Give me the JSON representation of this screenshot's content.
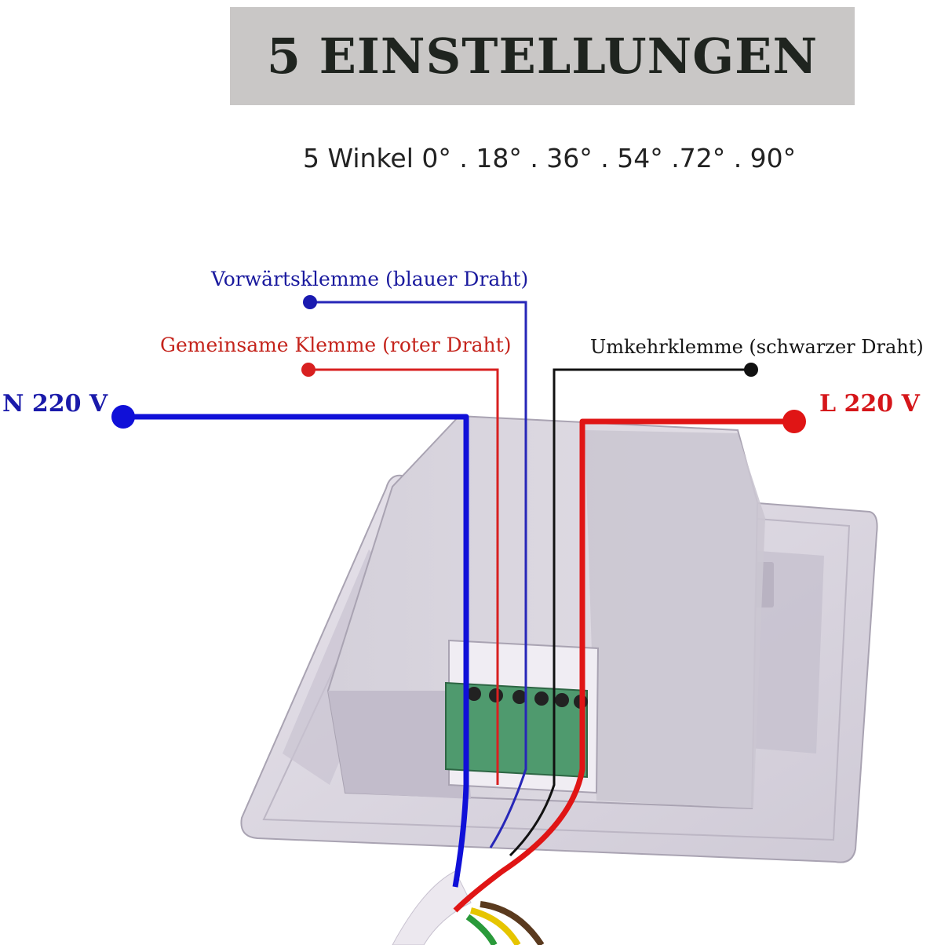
{
  "banner": {
    "title": "5 EINSTELLUNGEN"
  },
  "subtitle": "5 Winkel 0° . 18° . 36° . 54° .72° . 90°",
  "labels": {
    "forward": "Vorwärtsklemme (blauer Draht)",
    "common": "Gemeinsame Klemme (roter Draht)",
    "reverse": "Umkehrklemme (schwarzer Draht)",
    "neutral": "N 220 V",
    "live": "L 220 V"
  },
  "colors": {
    "blue_wire": "#1010d8",
    "red_wire": "#e01515",
    "black_wire": "#111111",
    "device_body": "#d9d4de",
    "terminal_block": "#4f9a6e",
    "banner_bg": "#c9c7c6"
  }
}
